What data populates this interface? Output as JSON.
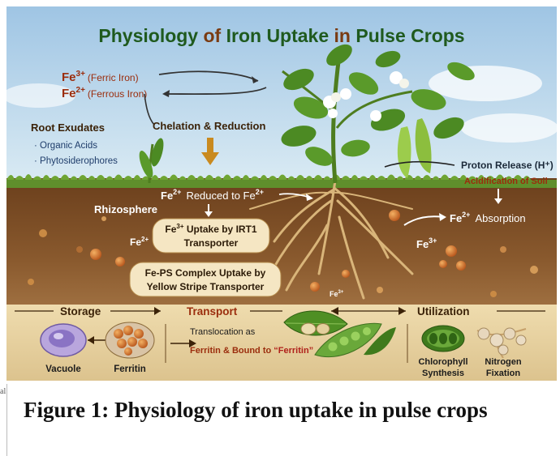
{
  "title": {
    "part1": "Physiology ",
    "part2": "of ",
    "part3": "Iron Uptake ",
    "part4": "in ",
    "part5": "Pulse Crops"
  },
  "iron_forms": {
    "fe3_symbol": "Fe",
    "fe3_charge": "3+",
    "fe3_name": "(Ferric Iron)",
    "fe2_symbol": "Fe",
    "fe2_charge": "2+",
    "fe2_name": "(Ferrous Iron)"
  },
  "chelation_label": "Chelation & Reduction",
  "root_exudates": {
    "heading": "Root Exudates",
    "items": [
      "Organic Acids",
      "Phytosiderophores"
    ]
  },
  "rhizosphere_label": "Rhizosphere",
  "reduced": {
    "fe_left": "Fe",
    "charge_left": "2+",
    "text": "Reduced to Fe",
    "charge_right": "2+"
  },
  "irt1_box": {
    "line1_fe": "Fe",
    "line1_charge": "3+",
    "line1_rest": " Uptake by IRT1",
    "line2": "Transporter"
  },
  "ps_box": {
    "line1": "Fe-PS Complex Uptake by",
    "line2": "Yellow Stripe Transporter"
  },
  "soil_ions": {
    "fe2_left": "Fe",
    "fe2_left_charge": "2+",
    "fe3_right": "Fe",
    "fe3_right_charge": "3+",
    "fe3_small": "Fe",
    "fe3_small_charge": "3+"
  },
  "proton": {
    "heading": "Proton Release (H⁺)",
    "sub": "Acidification of Soil"
  },
  "absorption": {
    "fe": "Fe",
    "charge": "2+",
    "text": "Absorption"
  },
  "bottom": {
    "storage": "Storage",
    "transport": "Transport",
    "utilization": "Utilization",
    "translocation_line1": "Translocation as",
    "translocation_line2": "Ferritin & Bound to ",
    "translocation_quote": "“Ferritin”",
    "vacuole": "Vacuole",
    "ferritin": "Ferritin",
    "chlorophyll_line1": "Chlorophyll",
    "chlorophyll_line2": "Synthesis",
    "nitrogen_line1": "Nitrogen",
    "nitrogen_line2": "Fixation"
  },
  "caption": "Figure 1: Physiology of iron uptake in pulse crops",
  "edge_mark": "al",
  "colors": {
    "title_green": "#1f5a1e",
    "title_brown": "#7a3b12",
    "iron_red": "#9b2d0d",
    "sky_top": "#a9cbe6",
    "soil": "#7a4a22",
    "stripe": "#e6d1a0"
  }
}
